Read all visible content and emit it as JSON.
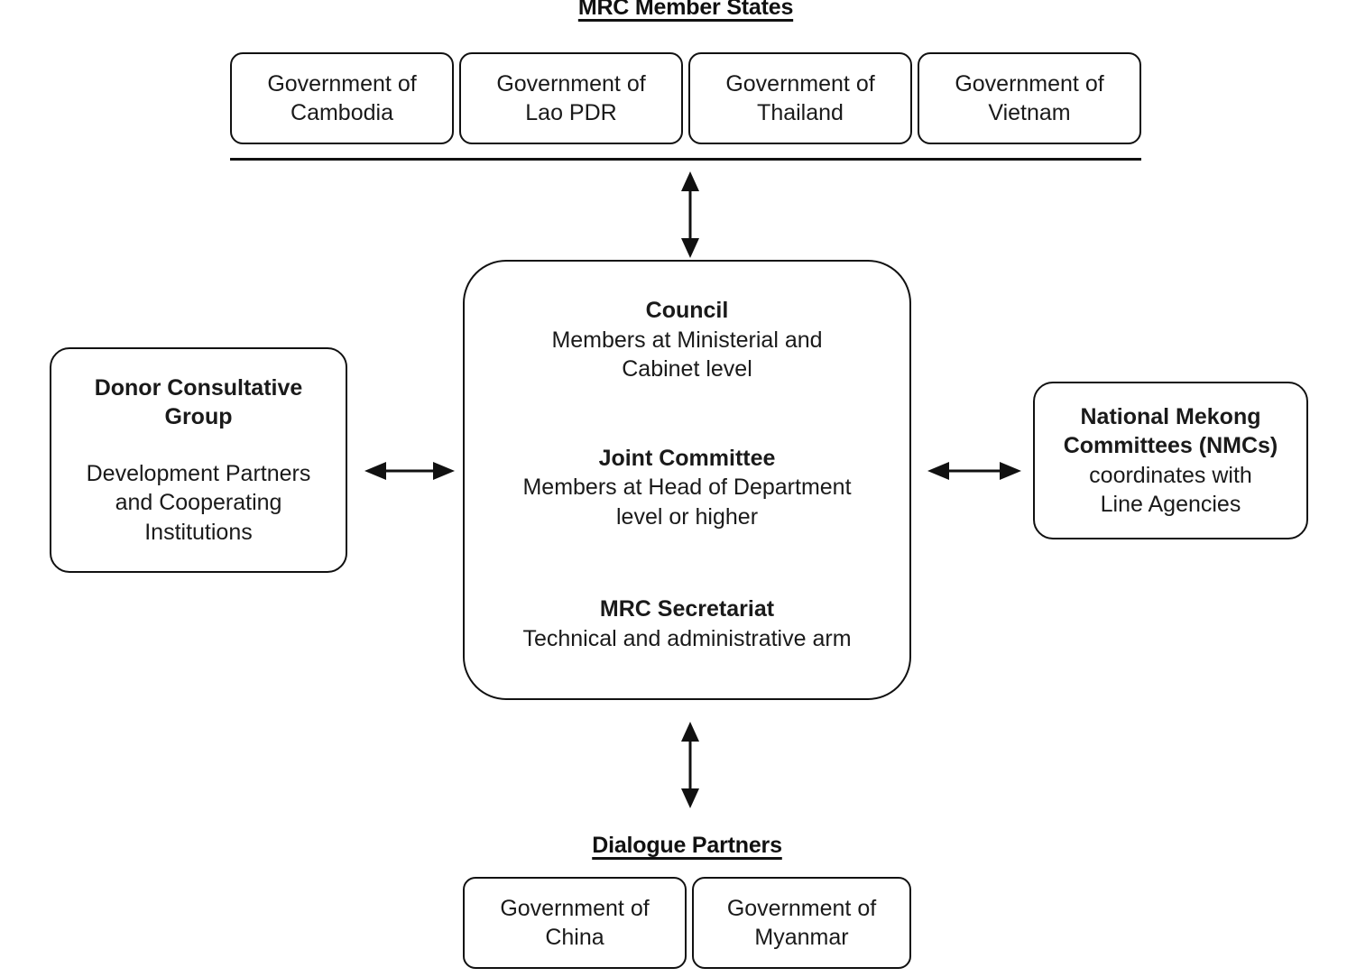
{
  "diagram": {
    "title_top": "MRC Member States",
    "title_bottom": "Dialogue Partners",
    "accent_color": "#111111",
    "background_color": "#ffffff"
  },
  "member_states": [
    {
      "label_line1": "Government of",
      "label_line2": "Cambodia"
    },
    {
      "label_line1": "Government of",
      "label_line2": "Lao PDR"
    },
    {
      "label_line1": "Government of",
      "label_line2": "Thailand"
    },
    {
      "label_line1": "Government of",
      "label_line2": "Vietnam"
    }
  ],
  "dialogue_partners": [
    {
      "label_line1": "Government of",
      "label_line2": "China"
    },
    {
      "label_line1": "Government of",
      "label_line2": "Myanmar"
    }
  ],
  "central": {
    "council": {
      "heading": "Council",
      "desc_line1": "Members at Ministerial and",
      "desc_line2": "Cabinet level"
    },
    "joint_committee": {
      "heading": "Joint Committee",
      "desc_line1": "Members at Head of Department",
      "desc_line2": "level or higher"
    },
    "secretariat": {
      "heading": "MRC Secretariat",
      "desc_line1": "Technical and administrative arm"
    }
  },
  "left_node": {
    "heading_line1": "Donor Consultative",
    "heading_line2": "Group",
    "desc_line1": "Development Partners",
    "desc_line2": "and Cooperating",
    "desc_line3": "Institutions"
  },
  "right_node": {
    "heading_line1": "National Mekong",
    "heading_line2": "Committees (NMCs)",
    "desc_line1": "coordinates with",
    "desc_line2": "Line Agencies"
  },
  "connectors": [
    {
      "name": "member-states-to-council",
      "orientation": "vertical",
      "double_headed": true
    },
    {
      "name": "donor-group-to-central",
      "orientation": "horizontal",
      "double_headed": true
    },
    {
      "name": "central-to-nmcs",
      "orientation": "horizontal",
      "double_headed": true
    },
    {
      "name": "central-to-dialogue-partners",
      "orientation": "vertical",
      "double_headed": true
    }
  ]
}
